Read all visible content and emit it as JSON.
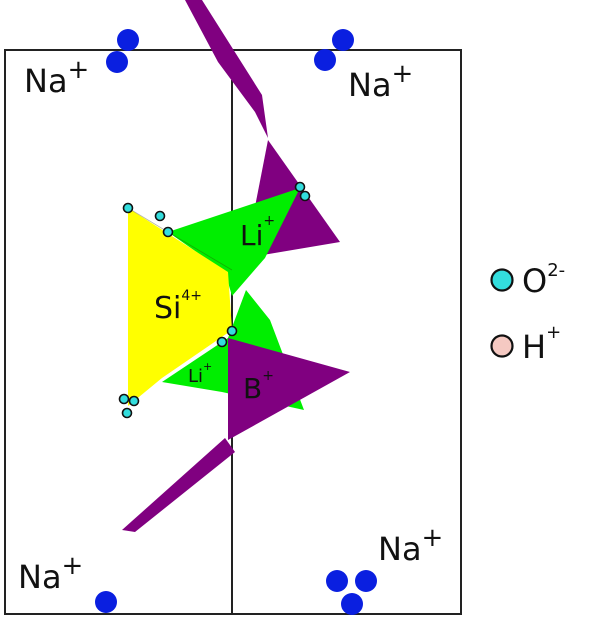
{
  "colors": {
    "silicon": "#ffff00",
    "lithium": "#00ee00",
    "boron": "#800080",
    "oxygen": "#33dddd",
    "hydrogen": "#f5c9c2",
    "sodium": "#0a1fe0",
    "frame": "#222222"
  },
  "labels": {
    "na_top_left": "Na",
    "na_top_right": "Na",
    "na_bottom_left": "Na",
    "na_bottom_right": "Na",
    "na_charge": "+",
    "si": "Si",
    "si_charge": "4+",
    "li_upper": "Li",
    "li_lower": "Li",
    "li_charge": "+",
    "b": "B",
    "b_charge": "+"
  },
  "legend": [
    {
      "symbol": "O",
      "charge": "2-",
      "marker": "oxygen"
    },
    {
      "symbol": "H",
      "charge": "+",
      "marker": "hydrogen"
    }
  ]
}
